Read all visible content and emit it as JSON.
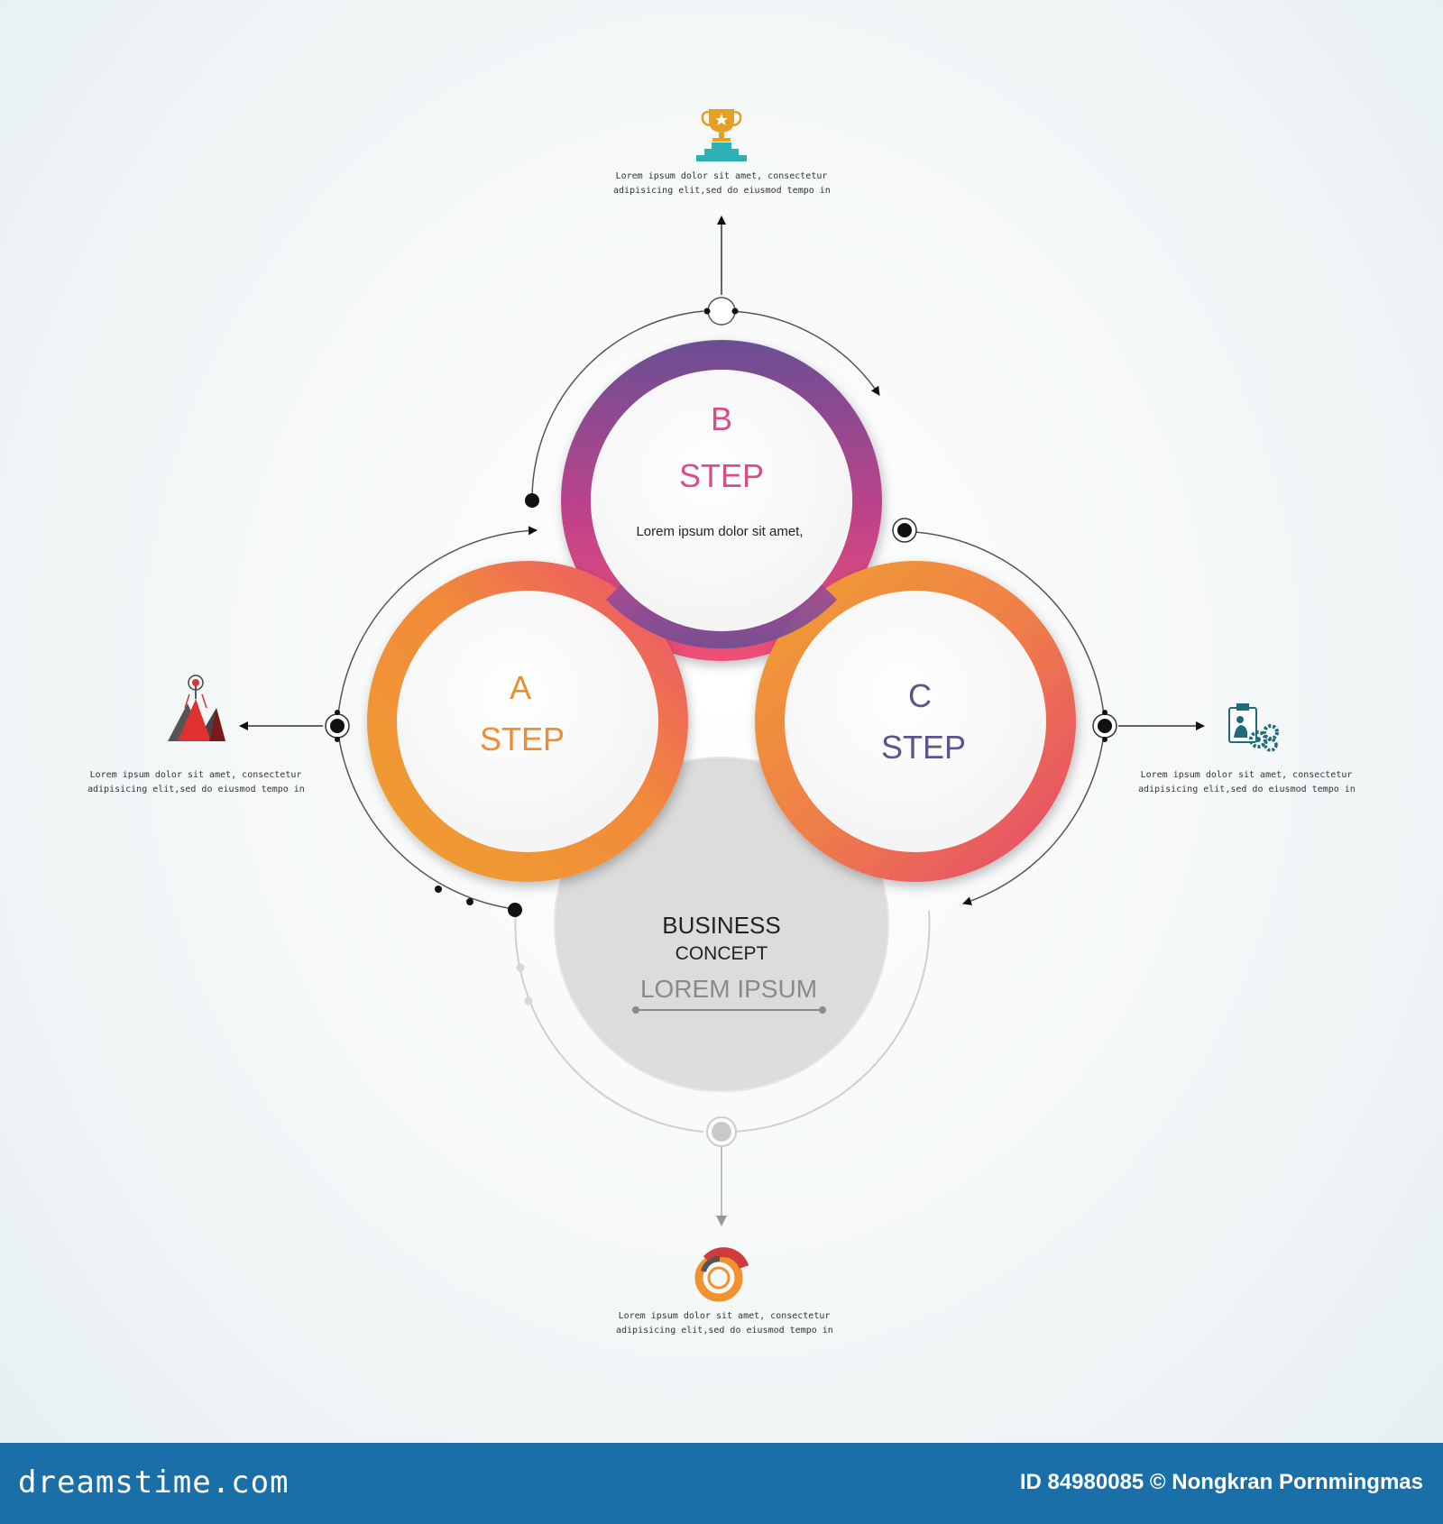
{
  "steps": {
    "a": {
      "letter": "A",
      "word": "STEP",
      "color": "#ef8e2e"
    },
    "b": {
      "letter": "B",
      "word": "STEP",
      "text": "Lorem ipsum dolor sit amet,",
      "color": "#d64e84"
    },
    "c": {
      "letter": "C",
      "word": "STEP",
      "color": "#5a5590"
    }
  },
  "center": {
    "line1": "BUSINESS",
    "line2": "CONCEPT",
    "line3": "LOREM IPSUM"
  },
  "captions": {
    "top": {
      "line1": "Lorem ipsum dolor sit amet, consectetur",
      "line2": "adipisicing elit,sed do eiusmod tempo in",
      "icon": "trophy-icon"
    },
    "left": {
      "line1": "Lorem ipsum dolor sit amet, consectetur",
      "line2": "adipisicing elit,sed do eiusmod tempo in",
      "icon": "mountain-flag-icon"
    },
    "right": {
      "line1": "Lorem ipsum dolor sit amet, consectetur",
      "line2": "adipisicing elit,sed do eiusmod tempo in",
      "icon": "clipboard-gears-icon"
    },
    "bottom": {
      "line1": "Lorem ipsum dolor sit amet, consectetur",
      "line2": "adipisicing elit,sed do eiusmod tempo in",
      "icon": "donut-chart-icon"
    }
  },
  "footer": {
    "brand": "dreamstime.com",
    "credit": "ID 84980085 © Nongkran Pornmingmas"
  },
  "colors": {
    "orange": "#f0922e",
    "pink": "#e4497a",
    "purple": "#6c4f95",
    "footer": "#1a6fa8"
  }
}
